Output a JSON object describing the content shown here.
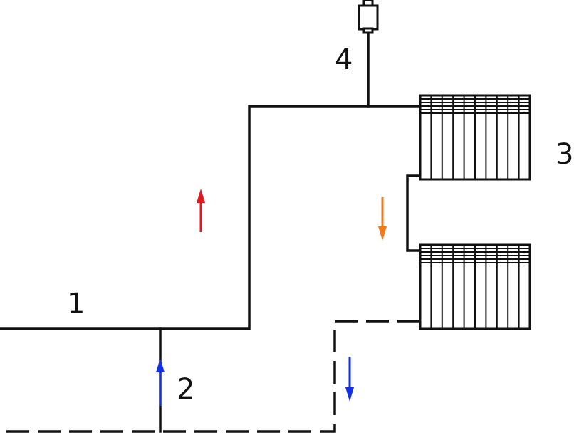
{
  "labels": {
    "supply_main": "1",
    "return_riser": "2",
    "radiators": "3",
    "expansion_tank": "4"
  },
  "colors": {
    "pipe": "#111111",
    "hot_flow": "#e0191f",
    "cooled_flow": "#f07a1c",
    "return_flow": "#1430e6"
  },
  "icons": {
    "up_arrow_hot": "up-arrow-icon",
    "down_arrow_cooled": "down-arrow-icon",
    "down_arrow_return": "down-arrow-icon",
    "up_arrow_return": "up-arrow-icon"
  }
}
